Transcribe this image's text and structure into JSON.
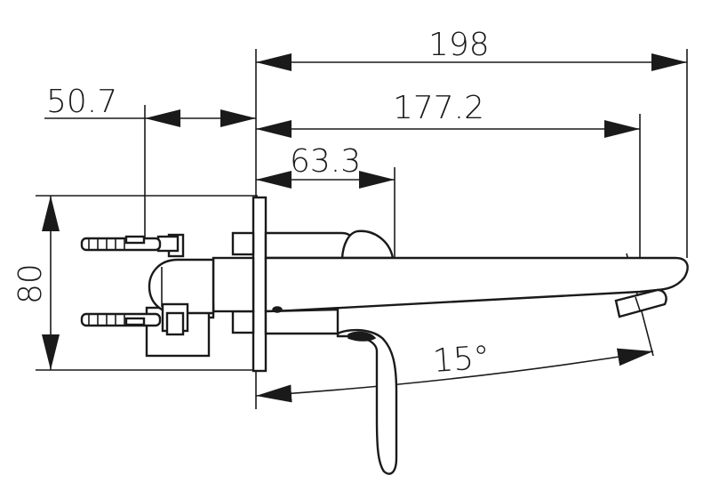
{
  "drawing": {
    "dimensions": {
      "overall_length": "198",
      "spout_length": "177.2",
      "lever_offset": "63.3",
      "wall_depth": "50.7",
      "height": "80",
      "angle": "15°"
    },
    "colors": {
      "line": "#1a1a1a",
      "background": "#ffffff"
    }
  }
}
